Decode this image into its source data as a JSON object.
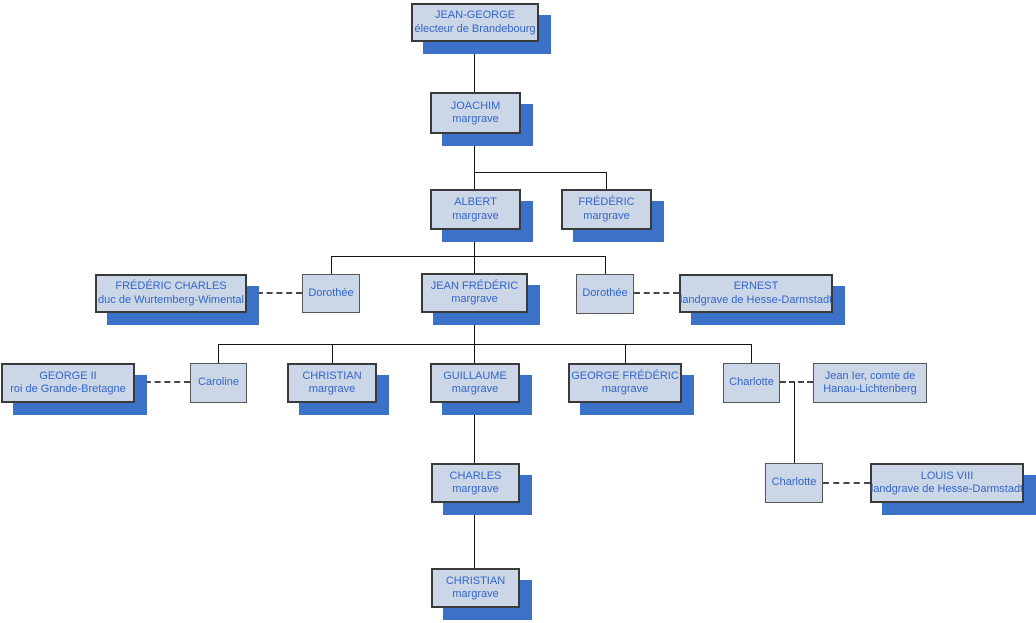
{
  "diagram": {
    "kind": "family-tree",
    "colors": {
      "box_fill": "#cbd6e6",
      "box_shadow_accent": "#3b72c8",
      "box_border": "#3a3a3a",
      "spouse_box_border": "#565656",
      "text": "#3366cc",
      "connector_line": "#151515"
    }
  },
  "nodes": [
    {
      "id": "jean-george",
      "line1": "JEAN-GEORGE",
      "line2": "électeur de Brandebourg"
    },
    {
      "id": "joachim",
      "line1": "JOACHIM",
      "line2": "margrave"
    },
    {
      "id": "albert",
      "line1": "ALBERT",
      "line2": "margrave"
    },
    {
      "id": "frederic",
      "line1": "FRÉDÉRIC",
      "line2": "margrave"
    },
    {
      "id": "frederic-charles",
      "line1": "FRÉDÉRIC CHARLES",
      "line2": "duc de Wurtemberg-Wimental"
    },
    {
      "id": "dorothee-1",
      "line1": "Dorothée"
    },
    {
      "id": "jean-frederic",
      "line1": "JEAN FRÉDÉRIC",
      "line2": "margrave"
    },
    {
      "id": "dorothee-2",
      "line1": "Dorothée"
    },
    {
      "id": "ernest",
      "line1": "ERNEST",
      "line2": "landgrave de Hesse-Darmstadt"
    },
    {
      "id": "george-ii",
      "line1": "GEORGE II",
      "line2": "roi de Grande-Bretagne"
    },
    {
      "id": "caroline",
      "line1": "Caroline"
    },
    {
      "id": "christian-1",
      "line1": "CHRISTIAN",
      "line2": "margrave"
    },
    {
      "id": "guillaume",
      "line1": "GUILLAUME",
      "line2": "margrave"
    },
    {
      "id": "george-frederic",
      "line1": "GEORGE FRÉDÉRIC",
      "line2": "margrave"
    },
    {
      "id": "charlotte-1",
      "line1": "Charlotte"
    },
    {
      "id": "jean-ier",
      "line1": "Jean Ier, comte de",
      "line2": "Hanau-Lichtenberg"
    },
    {
      "id": "charles",
      "line1": "CHARLES",
      "line2": "margrave"
    },
    {
      "id": "charlotte-2",
      "line1": "Charlotte"
    },
    {
      "id": "louis-viii",
      "line1": "LOUIS VIII",
      "line2": "landgrave de Hesse-Darmstadt"
    },
    {
      "id": "christian-2",
      "line1": "CHRISTIAN",
      "line2": "margrave"
    }
  ],
  "relations": {
    "parent_child": [
      [
        "jean-george",
        "joachim"
      ],
      [
        "joachim",
        "albert"
      ],
      [
        "joachim",
        "frederic"
      ],
      [
        "albert",
        "dorothee-1"
      ],
      [
        "albert",
        "jean-frederic"
      ],
      [
        "albert",
        "dorothee-2"
      ],
      [
        "jean-frederic",
        "caroline"
      ],
      [
        "jean-frederic",
        "christian-1"
      ],
      [
        "jean-frederic",
        "guillaume"
      ],
      [
        "jean-frederic",
        "george-frederic"
      ],
      [
        "jean-frederic",
        "charlotte-1"
      ],
      [
        "guillaume",
        "charles"
      ],
      [
        "charlotte-1 + jean-ier",
        "charlotte-2"
      ],
      [
        "charles",
        "christian-2"
      ]
    ],
    "marriages": [
      [
        "frederic-charles",
        "dorothee-1"
      ],
      [
        "dorothee-2",
        "ernest"
      ],
      [
        "george-ii",
        "caroline"
      ],
      [
        "charlotte-1",
        "jean-ier"
      ],
      [
        "charlotte-2",
        "louis-viii"
      ]
    ]
  }
}
